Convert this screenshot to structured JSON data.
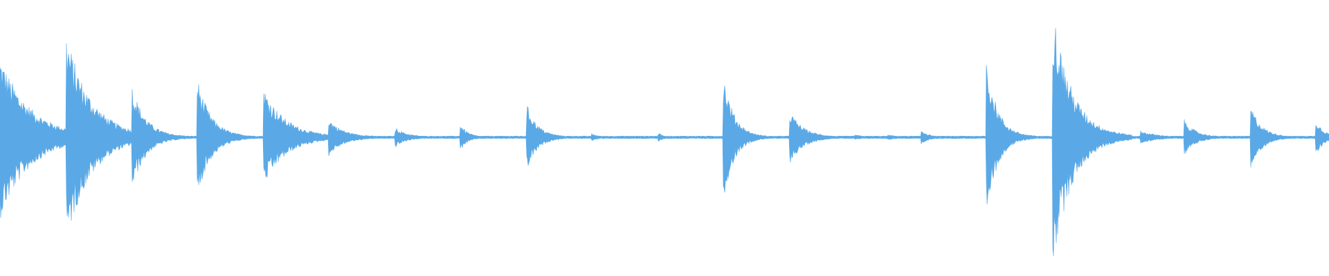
{
  "waveform": {
    "color": "#5aa9e6",
    "background": "#ffffff",
    "baseline_amplitude": 0.01,
    "transients": [
      {
        "time": 0.0,
        "peak": 0.58,
        "decay": 0.022,
        "sustain": 0.05
      },
      {
        "time": 0.05,
        "peak": 0.74,
        "decay": 0.018,
        "sustain": 0.06
      },
      {
        "time": 0.099,
        "peak": 0.4,
        "decay": 0.01,
        "sustain": 0.02
      },
      {
        "time": 0.148,
        "peak": 0.46,
        "decay": 0.01,
        "sustain": 0.02
      },
      {
        "time": 0.198,
        "peak": 0.36,
        "decay": 0.016,
        "sustain": 0.03
      },
      {
        "time": 0.247,
        "peak": 0.13,
        "decay": 0.01,
        "sustain": 0.02
      },
      {
        "time": 0.297,
        "peak": 0.07,
        "decay": 0.008,
        "sustain": 0.01
      },
      {
        "time": 0.346,
        "peak": 0.11,
        "decay": 0.006,
        "sustain": 0.0
      },
      {
        "time": 0.396,
        "peak": 0.26,
        "decay": 0.008,
        "sustain": 0.01
      },
      {
        "time": 0.445,
        "peak": 0.03,
        "decay": 0.006,
        "sustain": 0.0
      },
      {
        "time": 0.495,
        "peak": 0.04,
        "decay": 0.004,
        "sustain": 0.0
      },
      {
        "time": 0.544,
        "peak": 0.5,
        "decay": 0.008,
        "sustain": 0.01
      },
      {
        "time": 0.594,
        "peak": 0.2,
        "decay": 0.01,
        "sustain": 0.01
      },
      {
        "time": 0.643,
        "peak": 0.02,
        "decay": 0.01,
        "sustain": 0.0
      },
      {
        "time": 0.668,
        "peak": 0.02,
        "decay": 0.01,
        "sustain": 0.0
      },
      {
        "time": 0.693,
        "peak": 0.06,
        "decay": 0.006,
        "sustain": 0.0
      },
      {
        "time": 0.742,
        "peak": 0.62,
        "decay": 0.008,
        "sustain": 0.02
      },
      {
        "time": 0.792,
        "peak": 0.97,
        "decay": 0.014,
        "sustain": 0.05
      },
      {
        "time": 0.83,
        "peak": 0.05,
        "decay": 0.012,
        "sustain": 0.0
      },
      {
        "time": 0.858,
        "peak": 0.05,
        "decay": 0.014,
        "sustain": 0.0
      },
      {
        "time": 0.891,
        "peak": 0.13,
        "decay": 0.008,
        "sustain": 0.01
      },
      {
        "time": 0.941,
        "peak": 0.24,
        "decay": 0.008,
        "sustain": 0.01
      },
      {
        "time": 0.99,
        "peak": 0.13,
        "decay": 0.006,
        "sustain": 0.01
      }
    ]
  }
}
